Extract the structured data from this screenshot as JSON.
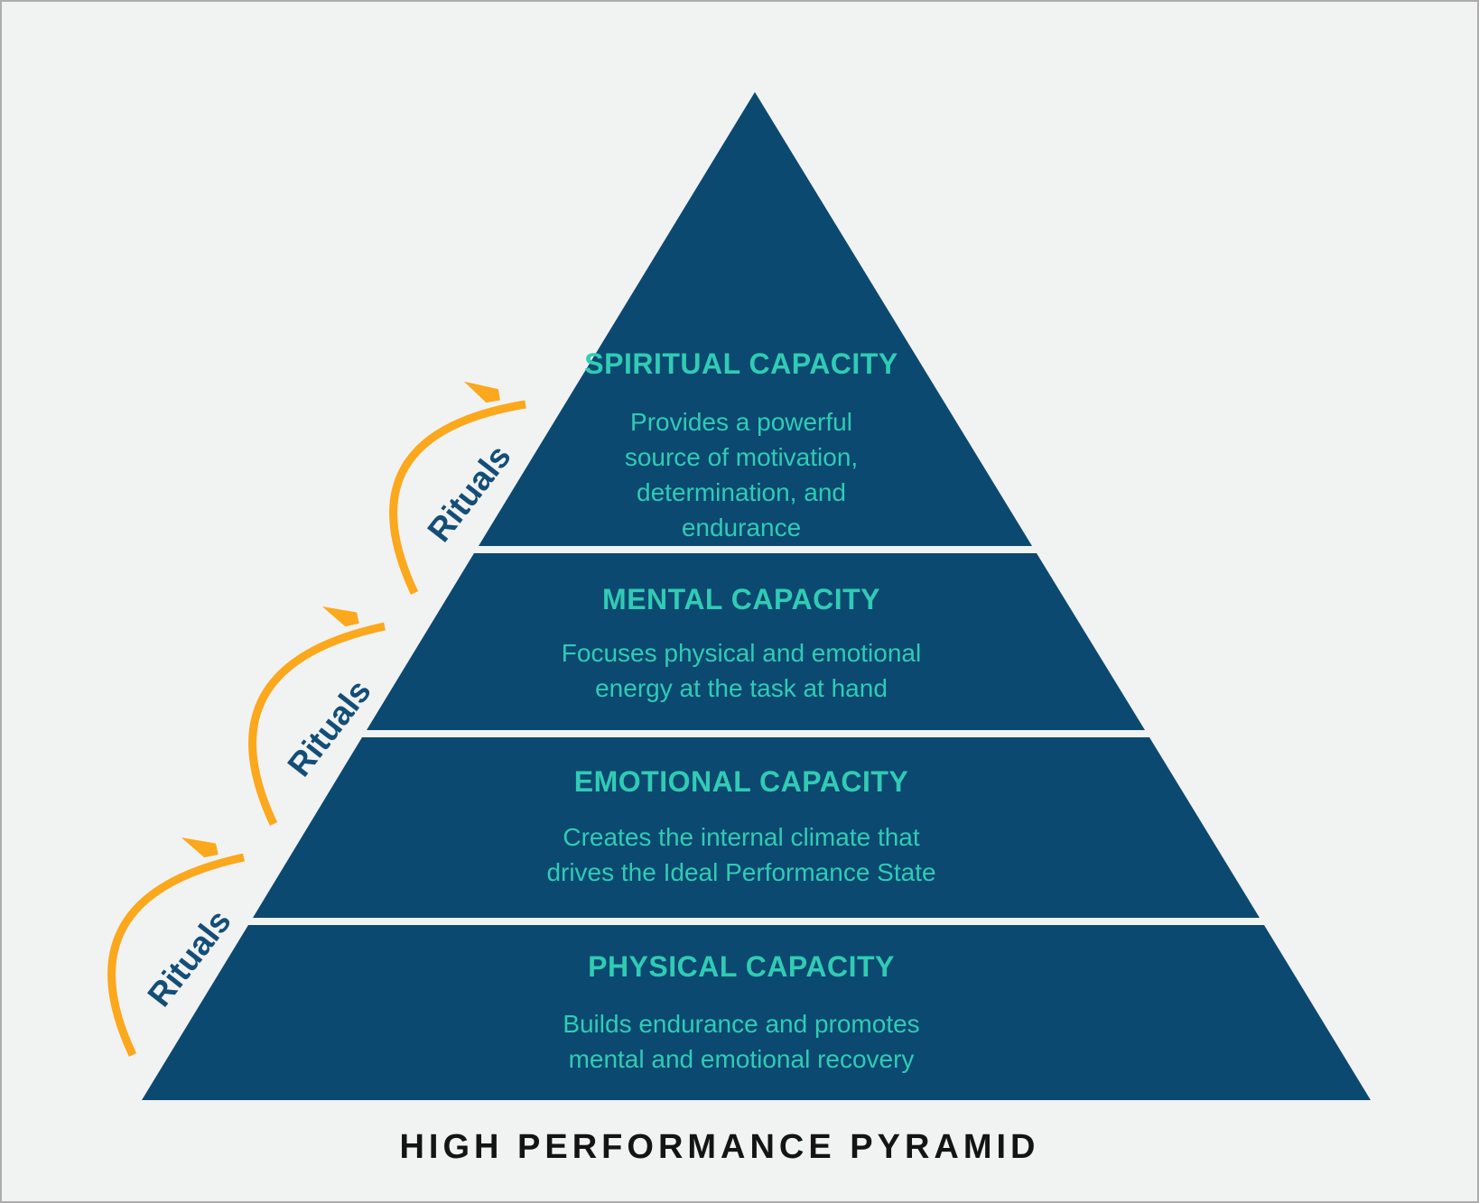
{
  "colors": {
    "background": "#f1f2f2",
    "frame_border": "#adadad",
    "pyramid_navy": "#0b4970",
    "tier_text_teal": "#30cbb4",
    "arrow_orange": "#fba81c",
    "ritual_label_navy": "#134e77",
    "footer_title_black": "#141414",
    "divider_gap": "#f1f2f2"
  },
  "pyramid": {
    "tiers": [
      {
        "title": "SPIRITUAL CAPACITY",
        "description": "Provides a powerful\nsource of motivation,\ndetermination, and\nendurance"
      },
      {
        "title": "MENTAL CAPACITY",
        "description": "Focuses physical and emotional\nenergy at the task at hand"
      },
      {
        "title": "EMOTIONAL CAPACITY",
        "description": "Creates the internal climate that\ndrives the Ideal Performance State"
      },
      {
        "title": "PHYSICAL CAPACITY",
        "description": "Builds endurance and promotes\nmental and emotional recovery"
      }
    ]
  },
  "rituals": {
    "labels": [
      "Rituals",
      "Rituals",
      "Rituals"
    ]
  },
  "footer": {
    "title": "HIGH PERFORMANCE PYRAMID"
  }
}
